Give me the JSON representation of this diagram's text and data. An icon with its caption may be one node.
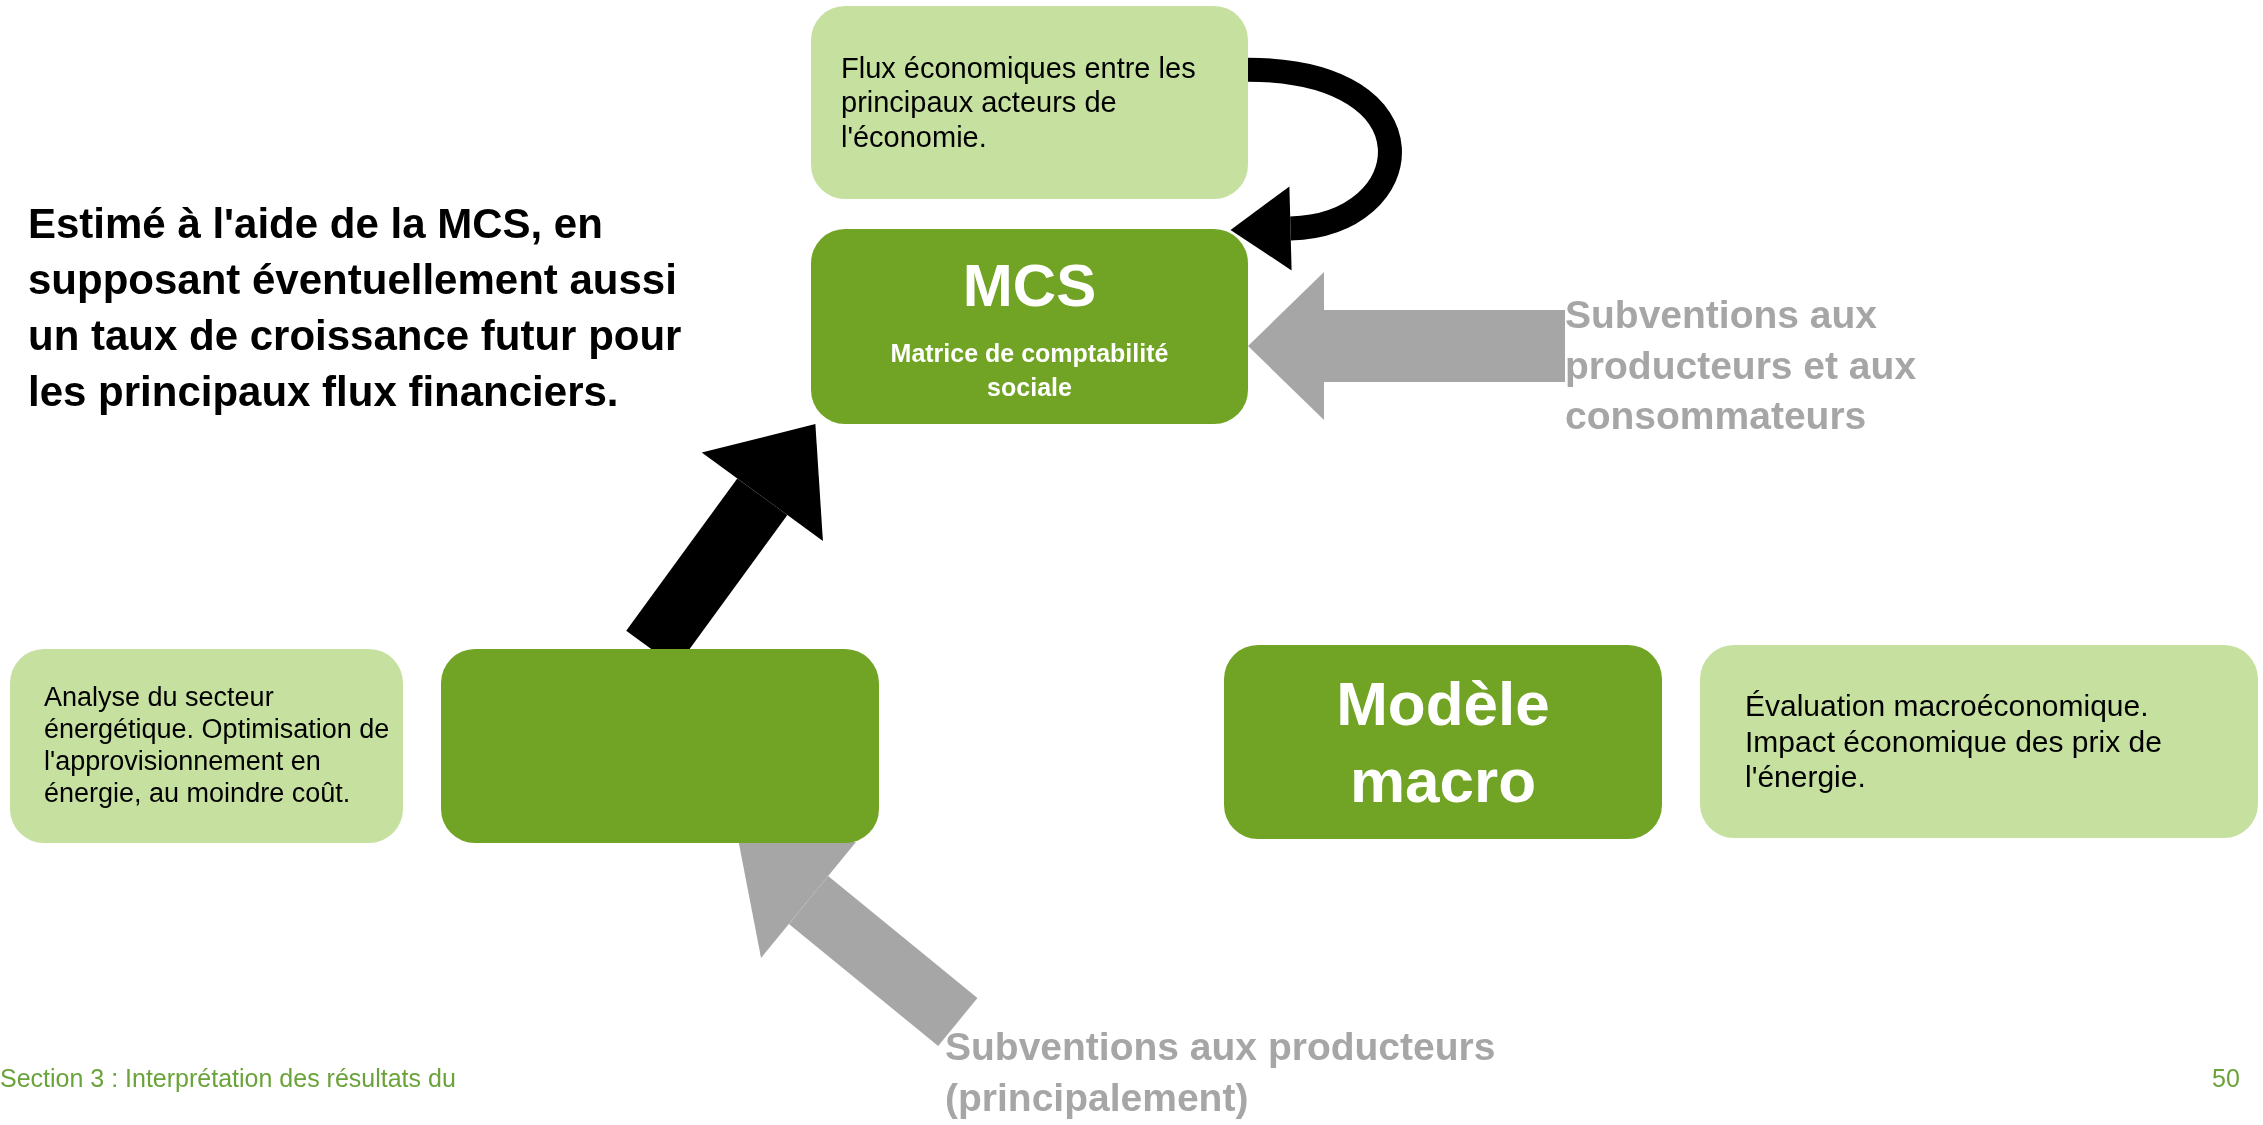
{
  "diagram": {
    "nodes": [
      {
        "text": [
          "Flux économiques entre les principaux acteurs de l'économie."
        ]
      },
      {
        "text": [
          "MCS",
          "Matrice de comptabilité sociale"
        ]
      },
      {
        "text": [
          "Subventions aux producteurs et aux consommateurs"
        ]
      },
      {
        "text": [
          "Analyse du secteur énergétique. Optimisation de l'approvisionnement en énergie, au moindre coût."
        ]
      },
      {
        "text": [],
        "shape": "box"
      },
      {
        "text": [
          "Modèle macro"
        ]
      },
      {
        "text": [
          "Évaluation macroéconomique. Impact économique des prix de l'énergie."
        ]
      },
      {
        "text": [
          "Subventions aux producteurs (principalement)"
        ]
      }
    ],
    "edges": [
      {
        "from": 0,
        "to": 1,
        "arrow": "to"
      },
      {
        "from": 2,
        "to": 1,
        "arrow": "to",
        "color": "#a6a6a6"
      },
      {
        "from": 4,
        "to": 1,
        "arrow": "to"
      },
      {
        "from": 7,
        "to": 4,
        "arrow": "to",
        "color": "#a6a6a6"
      }
    ],
    "labels": [
      "Estimé à l'aide de la MCS, en supposant éventuellement aussi un taux de croissance futur pour les principaux flux financiers.",
      "Section 3 : Interprétation des résultats du",
      "50"
    ]
  }
}
